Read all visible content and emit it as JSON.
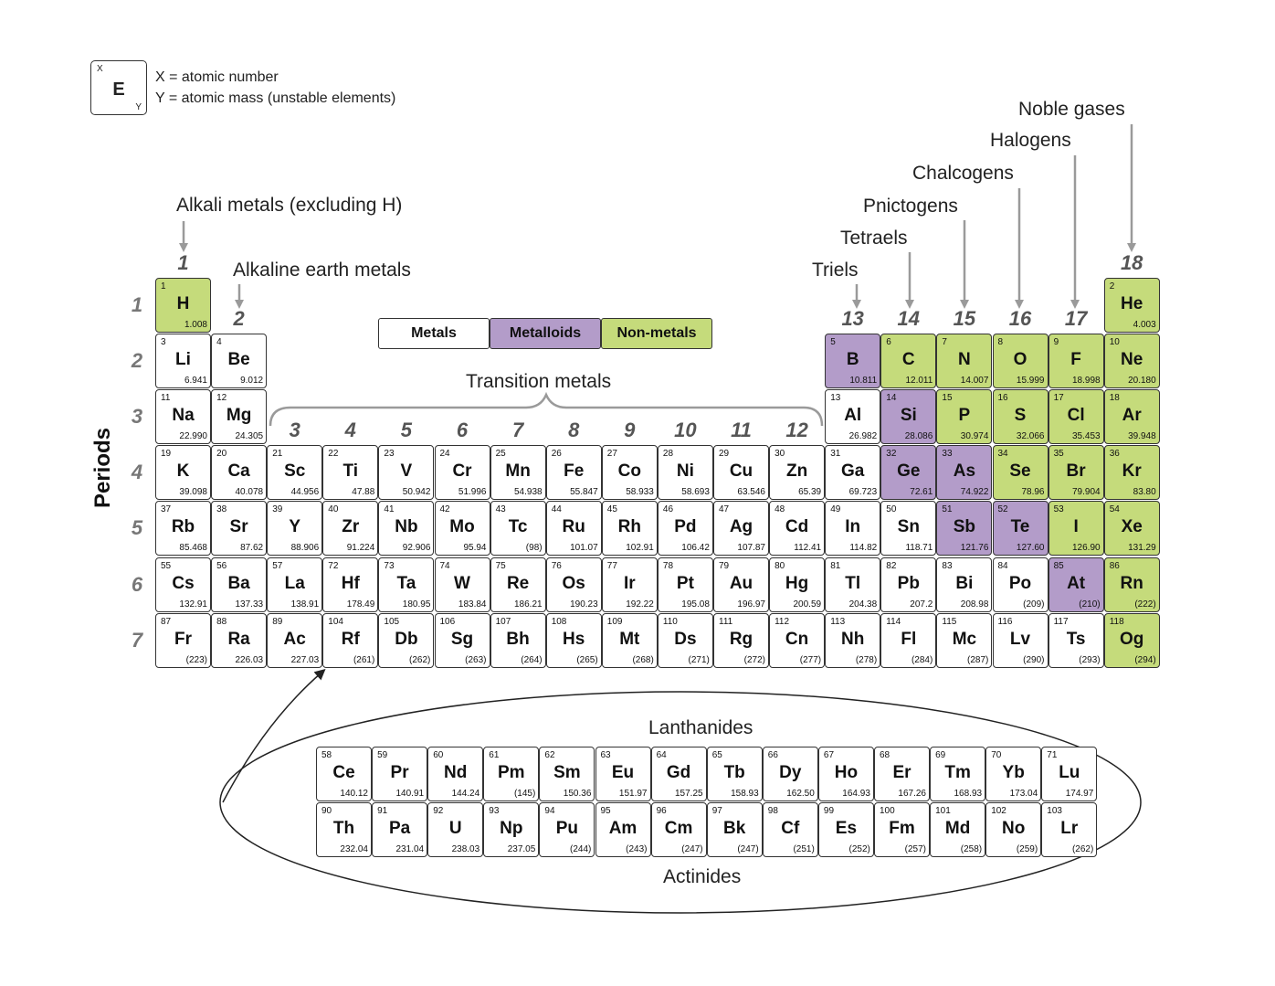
{
  "key": {
    "x_corner": "X",
    "symbol": "E",
    "y_corner": "Y",
    "line1": "X = atomic number",
    "line2": "Y = atomic mass (unstable elements)"
  },
  "axis_title": "Periods",
  "group_labels": [
    "1",
    "2",
    "3",
    "4",
    "5",
    "6",
    "7",
    "8",
    "9",
    "10",
    "11",
    "12",
    "13",
    "14",
    "15",
    "16",
    "17",
    "18"
  ],
  "period_labels": [
    "1",
    "2",
    "3",
    "4",
    "5",
    "6",
    "7"
  ],
  "families": {
    "alkali": "Alkali metals (excluding H)",
    "alkaline_earth": "Alkaline earth metals",
    "transition": "Transition metals",
    "triels": "Triels",
    "tetraels": "Tetraels",
    "pnictogens": "Pnictogens",
    "chalcogens": "Chalcogens",
    "halogens": "Halogens",
    "noble": "Noble gases",
    "lanthanides": "Lanthanides",
    "actinides": "Actinides"
  },
  "legend": {
    "metals": "Metals",
    "metalloids": "Metalloids",
    "nonmetals": "Non-metals"
  },
  "colors": {
    "metal": "#ffffff",
    "metalloid": "#b39cc9",
    "nonmetal": "#c5db7b",
    "arrow": "#9a9a9a"
  },
  "elements": [
    {
      "n": "1",
      "s": "H",
      "m": "1.008",
      "g": 1,
      "p": 1,
      "c": "nonmetal"
    },
    {
      "n": "2",
      "s": "He",
      "m": "4.003",
      "g": 18,
      "p": 1,
      "c": "nonmetal"
    },
    {
      "n": "3",
      "s": "Li",
      "m": "6.941",
      "g": 1,
      "p": 2,
      "c": "metal"
    },
    {
      "n": "4",
      "s": "Be",
      "m": "9.012",
      "g": 2,
      "p": 2,
      "c": "metal"
    },
    {
      "n": "5",
      "s": "B",
      "m": "10.811",
      "g": 13,
      "p": 2,
      "c": "metalloid"
    },
    {
      "n": "6",
      "s": "C",
      "m": "12.011",
      "g": 14,
      "p": 2,
      "c": "nonmetal"
    },
    {
      "n": "7",
      "s": "N",
      "m": "14.007",
      "g": 15,
      "p": 2,
      "c": "nonmetal"
    },
    {
      "n": "8",
      "s": "O",
      "m": "15.999",
      "g": 16,
      "p": 2,
      "c": "nonmetal"
    },
    {
      "n": "9",
      "s": "F",
      "m": "18.998",
      "g": 17,
      "p": 2,
      "c": "nonmetal"
    },
    {
      "n": "10",
      "s": "Ne",
      "m": "20.180",
      "g": 18,
      "p": 2,
      "c": "nonmetal"
    },
    {
      "n": "11",
      "s": "Na",
      "m": "22.990",
      "g": 1,
      "p": 3,
      "c": "metal"
    },
    {
      "n": "12",
      "s": "Mg",
      "m": "24.305",
      "g": 2,
      "p": 3,
      "c": "metal"
    },
    {
      "n": "13",
      "s": "Al",
      "m": "26.982",
      "g": 13,
      "p": 3,
      "c": "metal"
    },
    {
      "n": "14",
      "s": "Si",
      "m": "28.086",
      "g": 14,
      "p": 3,
      "c": "metalloid"
    },
    {
      "n": "15",
      "s": "P",
      "m": "30.974",
      "g": 15,
      "p": 3,
      "c": "nonmetal"
    },
    {
      "n": "16",
      "s": "S",
      "m": "32.066",
      "g": 16,
      "p": 3,
      "c": "nonmetal"
    },
    {
      "n": "17",
      "s": "Cl",
      "m": "35.453",
      "g": 17,
      "p": 3,
      "c": "nonmetal"
    },
    {
      "n": "18",
      "s": "Ar",
      "m": "39.948",
      "g": 18,
      "p": 3,
      "c": "nonmetal"
    },
    {
      "n": "19",
      "s": "K",
      "m": "39.098",
      "g": 1,
      "p": 4,
      "c": "metal"
    },
    {
      "n": "20",
      "s": "Ca",
      "m": "40.078",
      "g": 2,
      "p": 4,
      "c": "metal"
    },
    {
      "n": "21",
      "s": "Sc",
      "m": "44.956",
      "g": 3,
      "p": 4,
      "c": "metal"
    },
    {
      "n": "22",
      "s": "Ti",
      "m": "47.88",
      "g": 4,
      "p": 4,
      "c": "metal"
    },
    {
      "n": "23",
      "s": "V",
      "m": "50.942",
      "g": 5,
      "p": 4,
      "c": "metal"
    },
    {
      "n": "24",
      "s": "Cr",
      "m": "51.996",
      "g": 6,
      "p": 4,
      "c": "metal"
    },
    {
      "n": "25",
      "s": "Mn",
      "m": "54.938",
      "g": 7,
      "p": 4,
      "c": "metal"
    },
    {
      "n": "26",
      "s": "Fe",
      "m": "55.847",
      "g": 8,
      "p": 4,
      "c": "metal"
    },
    {
      "n": "27",
      "s": "Co",
      "m": "58.933",
      "g": 9,
      "p": 4,
      "c": "metal"
    },
    {
      "n": "28",
      "s": "Ni",
      "m": "58.693",
      "g": 10,
      "p": 4,
      "c": "metal"
    },
    {
      "n": "29",
      "s": "Cu",
      "m": "63.546",
      "g": 11,
      "p": 4,
      "c": "metal"
    },
    {
      "n": "30",
      "s": "Zn",
      "m": "65.39",
      "g": 12,
      "p": 4,
      "c": "metal"
    },
    {
      "n": "31",
      "s": "Ga",
      "m": "69.723",
      "g": 13,
      "p": 4,
      "c": "metal"
    },
    {
      "n": "32",
      "s": "Ge",
      "m": "72.61",
      "g": 14,
      "p": 4,
      "c": "metalloid"
    },
    {
      "n": "33",
      "s": "As",
      "m": "74.922",
      "g": 15,
      "p": 4,
      "c": "metalloid"
    },
    {
      "n": "34",
      "s": "Se",
      "m": "78.96",
      "g": 16,
      "p": 4,
      "c": "nonmetal"
    },
    {
      "n": "35",
      "s": "Br",
      "m": "79.904",
      "g": 17,
      "p": 4,
      "c": "nonmetal"
    },
    {
      "n": "36",
      "s": "Kr",
      "m": "83.80",
      "g": 18,
      "p": 4,
      "c": "nonmetal"
    },
    {
      "n": "37",
      "s": "Rb",
      "m": "85.468",
      "g": 1,
      "p": 5,
      "c": "metal"
    },
    {
      "n": "38",
      "s": "Sr",
      "m": "87.62",
      "g": 2,
      "p": 5,
      "c": "metal"
    },
    {
      "n": "39",
      "s": "Y",
      "m": "88.906",
      "g": 3,
      "p": 5,
      "c": "metal"
    },
    {
      "n": "40",
      "s": "Zr",
      "m": "91.224",
      "g": 4,
      "p": 5,
      "c": "metal"
    },
    {
      "n": "41",
      "s": "Nb",
      "m": "92.906",
      "g": 5,
      "p": 5,
      "c": "metal"
    },
    {
      "n": "42",
      "s": "Mo",
      "m": "95.94",
      "g": 6,
      "p": 5,
      "c": "metal"
    },
    {
      "n": "43",
      "s": "Tc",
      "m": "(98)",
      "g": 7,
      "p": 5,
      "c": "metal"
    },
    {
      "n": "44",
      "s": "Ru",
      "m": "101.07",
      "g": 8,
      "p": 5,
      "c": "metal"
    },
    {
      "n": "45",
      "s": "Rh",
      "m": "102.91",
      "g": 9,
      "p": 5,
      "c": "metal"
    },
    {
      "n": "46",
      "s": "Pd",
      "m": "106.42",
      "g": 10,
      "p": 5,
      "c": "metal"
    },
    {
      "n": "47",
      "s": "Ag",
      "m": "107.87",
      "g": 11,
      "p": 5,
      "c": "metal"
    },
    {
      "n": "48",
      "s": "Cd",
      "m": "112.41",
      "g": 12,
      "p": 5,
      "c": "metal"
    },
    {
      "n": "49",
      "s": "In",
      "m": "114.82",
      "g": 13,
      "p": 5,
      "c": "metal"
    },
    {
      "n": "50",
      "s": "Sn",
      "m": "118.71",
      "g": 14,
      "p": 5,
      "c": "metal"
    },
    {
      "n": "51",
      "s": "Sb",
      "m": "121.76",
      "g": 15,
      "p": 5,
      "c": "metalloid"
    },
    {
      "n": "52",
      "s": "Te",
      "m": "127.60",
      "g": 16,
      "p": 5,
      "c": "metalloid"
    },
    {
      "n": "53",
      "s": "I",
      "m": "126.90",
      "g": 17,
      "p": 5,
      "c": "nonmetal"
    },
    {
      "n": "54",
      "s": "Xe",
      "m": "131.29",
      "g": 18,
      "p": 5,
      "c": "nonmetal"
    },
    {
      "n": "55",
      "s": "Cs",
      "m": "132.91",
      "g": 1,
      "p": 6,
      "c": "metal"
    },
    {
      "n": "56",
      "s": "Ba",
      "m": "137.33",
      "g": 2,
      "p": 6,
      "c": "metal"
    },
    {
      "n": "57",
      "s": "La",
      "m": "138.91",
      "g": 3,
      "p": 6,
      "c": "metal"
    },
    {
      "n": "72",
      "s": "Hf",
      "m": "178.49",
      "g": 4,
      "p": 6,
      "c": "metal"
    },
    {
      "n": "73",
      "s": "Ta",
      "m": "180.95",
      "g": 5,
      "p": 6,
      "c": "metal"
    },
    {
      "n": "74",
      "s": "W",
      "m": "183.84",
      "g": 6,
      "p": 6,
      "c": "metal"
    },
    {
      "n": "75",
      "s": "Re",
      "m": "186.21",
      "g": 7,
      "p": 6,
      "c": "metal"
    },
    {
      "n": "76",
      "s": "Os",
      "m": "190.23",
      "g": 8,
      "p": 6,
      "c": "metal"
    },
    {
      "n": "77",
      "s": "Ir",
      "m": "192.22",
      "g": 9,
      "p": 6,
      "c": "metal"
    },
    {
      "n": "78",
      "s": "Pt",
      "m": "195.08",
      "g": 10,
      "p": 6,
      "c": "metal"
    },
    {
      "n": "79",
      "s": "Au",
      "m": "196.97",
      "g": 11,
      "p": 6,
      "c": "metal"
    },
    {
      "n": "80",
      "s": "Hg",
      "m": "200.59",
      "g": 12,
      "p": 6,
      "c": "metal"
    },
    {
      "n": "81",
      "s": "Tl",
      "m": "204.38",
      "g": 13,
      "p": 6,
      "c": "metal"
    },
    {
      "n": "82",
      "s": "Pb",
      "m": "207.2",
      "g": 14,
      "p": 6,
      "c": "metal"
    },
    {
      "n": "83",
      "s": "Bi",
      "m": "208.98",
      "g": 15,
      "p": 6,
      "c": "metal"
    },
    {
      "n": "84",
      "s": "Po",
      "m": "(209)",
      "g": 16,
      "p": 6,
      "c": "metal"
    },
    {
      "n": "85",
      "s": "At",
      "m": "(210)",
      "g": 17,
      "p": 6,
      "c": "metalloid"
    },
    {
      "n": "86",
      "s": "Rn",
      "m": "(222)",
      "g": 18,
      "p": 6,
      "c": "nonmetal"
    },
    {
      "n": "87",
      "s": "Fr",
      "m": "(223)",
      "g": 1,
      "p": 7,
      "c": "metal"
    },
    {
      "n": "88",
      "s": "Ra",
      "m": "226.03",
      "g": 2,
      "p": 7,
      "c": "metal"
    },
    {
      "n": "89",
      "s": "Ac",
      "m": "227.03",
      "g": 3,
      "p": 7,
      "c": "metal"
    },
    {
      "n": "104",
      "s": "Rf",
      "m": "(261)",
      "g": 4,
      "p": 7,
      "c": "metal"
    },
    {
      "n": "105",
      "s": "Db",
      "m": "(262)",
      "g": 5,
      "p": 7,
      "c": "metal"
    },
    {
      "n": "106",
      "s": "Sg",
      "m": "(263)",
      "g": 6,
      "p": 7,
      "c": "metal"
    },
    {
      "n": "107",
      "s": "Bh",
      "m": "(264)",
      "g": 7,
      "p": 7,
      "c": "metal"
    },
    {
      "n": "108",
      "s": "Hs",
      "m": "(265)",
      "g": 8,
      "p": 7,
      "c": "metal"
    },
    {
      "n": "109",
      "s": "Mt",
      "m": "(268)",
      "g": 9,
      "p": 7,
      "c": "metal"
    },
    {
      "n": "110",
      "s": "Ds",
      "m": "(271)",
      "g": 10,
      "p": 7,
      "c": "metal"
    },
    {
      "n": "111",
      "s": "Rg",
      "m": "(272)",
      "g": 11,
      "p": 7,
      "c": "metal"
    },
    {
      "n": "112",
      "s": "Cn",
      "m": "(277)",
      "g": 12,
      "p": 7,
      "c": "metal"
    },
    {
      "n": "113",
      "s": "Nh",
      "m": "(278)",
      "g": 13,
      "p": 7,
      "c": "metal"
    },
    {
      "n": "114",
      "s": "Fl",
      "m": "(284)",
      "g": 14,
      "p": 7,
      "c": "metal"
    },
    {
      "n": "115",
      "s": "Mc",
      "m": "(287)",
      "g": 15,
      "p": 7,
      "c": "metal"
    },
    {
      "n": "116",
      "s": "Lv",
      "m": "(290)",
      "g": 16,
      "p": 7,
      "c": "metal"
    },
    {
      "n": "117",
      "s": "Ts",
      "m": "(293)",
      "g": 17,
      "p": 7,
      "c": "metal"
    },
    {
      "n": "118",
      "s": "Og",
      "m": "(294)",
      "g": 18,
      "p": 7,
      "c": "nonmetal"
    }
  ],
  "lanthanides": [
    {
      "n": "58",
      "s": "Ce",
      "m": "140.12"
    },
    {
      "n": "59",
      "s": "Pr",
      "m": "140.91"
    },
    {
      "n": "60",
      "s": "Nd",
      "m": "144.24"
    },
    {
      "n": "61",
      "s": "Pm",
      "m": "(145)"
    },
    {
      "n": "62",
      "s": "Sm",
      "m": "150.36"
    },
    {
      "n": "63",
      "s": "Eu",
      "m": "151.97"
    },
    {
      "n": "64",
      "s": "Gd",
      "m": "157.25"
    },
    {
      "n": "65",
      "s": "Tb",
      "m": "158.93"
    },
    {
      "n": "66",
      "s": "Dy",
      "m": "162.50"
    },
    {
      "n": "67",
      "s": "Ho",
      "m": "164.93"
    },
    {
      "n": "68",
      "s": "Er",
      "m": "167.26"
    },
    {
      "n": "69",
      "s": "Tm",
      "m": "168.93"
    },
    {
      "n": "70",
      "s": "Yb",
      "m": "173.04"
    },
    {
      "n": "71",
      "s": "Lu",
      "m": "174.97"
    }
  ],
  "actinides": [
    {
      "n": "90",
      "s": "Th",
      "m": "232.04"
    },
    {
      "n": "91",
      "s": "Pa",
      "m": "231.04"
    },
    {
      "n": "92",
      "s": "U",
      "m": "238.03"
    },
    {
      "n": "93",
      "s": "Np",
      "m": "237.05"
    },
    {
      "n": "94",
      "s": "Pu",
      "m": "(244)"
    },
    {
      "n": "95",
      "s": "Am",
      "m": "(243)"
    },
    {
      "n": "96",
      "s": "Cm",
      "m": "(247)"
    },
    {
      "n": "97",
      "s": "Bk",
      "m": "(247)"
    },
    {
      "n": "98",
      "s": "Cf",
      "m": "(251)"
    },
    {
      "n": "99",
      "s": "Es",
      "m": "(252)"
    },
    {
      "n": "100",
      "s": "Fm",
      "m": "(257)"
    },
    {
      "n": "101",
      "s": "Md",
      "m": "(258)"
    },
    {
      "n": "102",
      "s": "No",
      "m": "(259)"
    },
    {
      "n": "103",
      "s": "Lr",
      "m": "(262)"
    }
  ]
}
